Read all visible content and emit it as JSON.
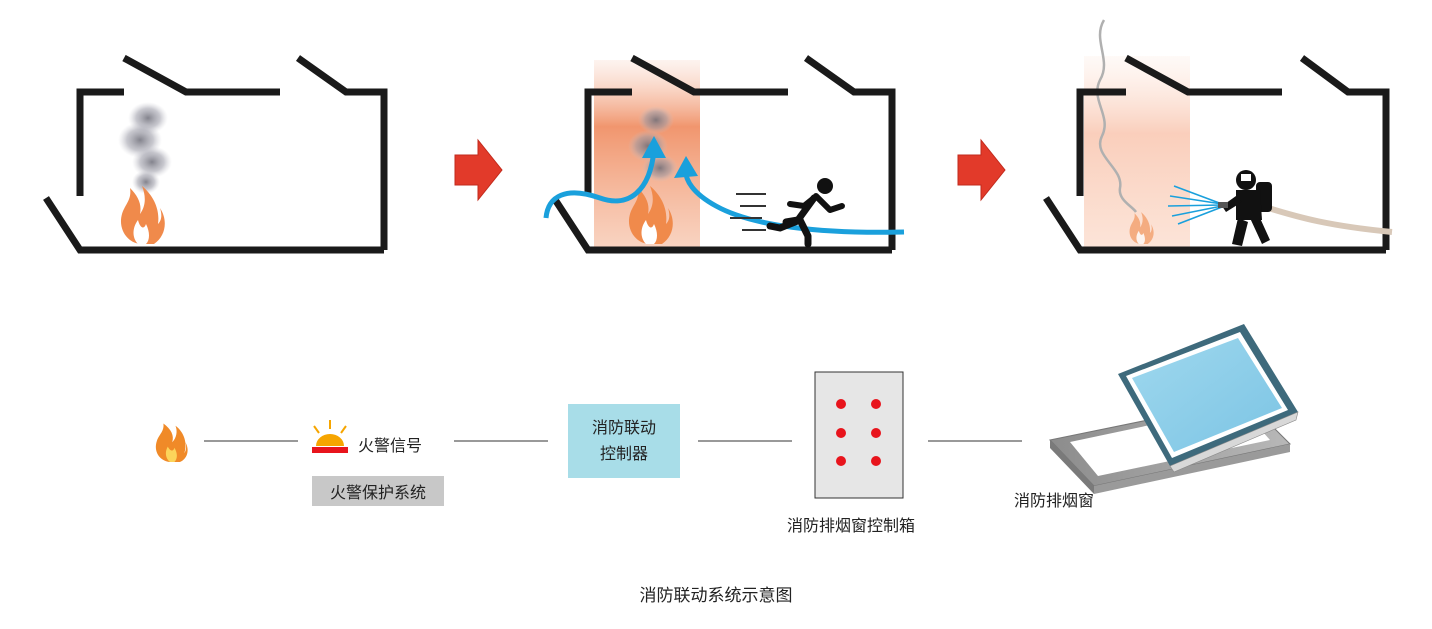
{
  "flow": {
    "alarm_signal": "火警信号",
    "alarm_system": "火警保护系统",
    "controller_line1": "消防联动",
    "controller_line2": "控制器",
    "control_box": "消防排烟窗控制箱",
    "smoke_window": "消防排烟窗"
  },
  "caption": "消防联动系统示意图",
  "colors": {
    "wall": "#1a1a1a",
    "arrow": "#e23a2a",
    "airflow": "#1aa0dc",
    "fire": "#f08a4b",
    "box_cyan": "#a8dde8",
    "box_grey": "#c8c8c8",
    "dot": "#e8141c"
  }
}
